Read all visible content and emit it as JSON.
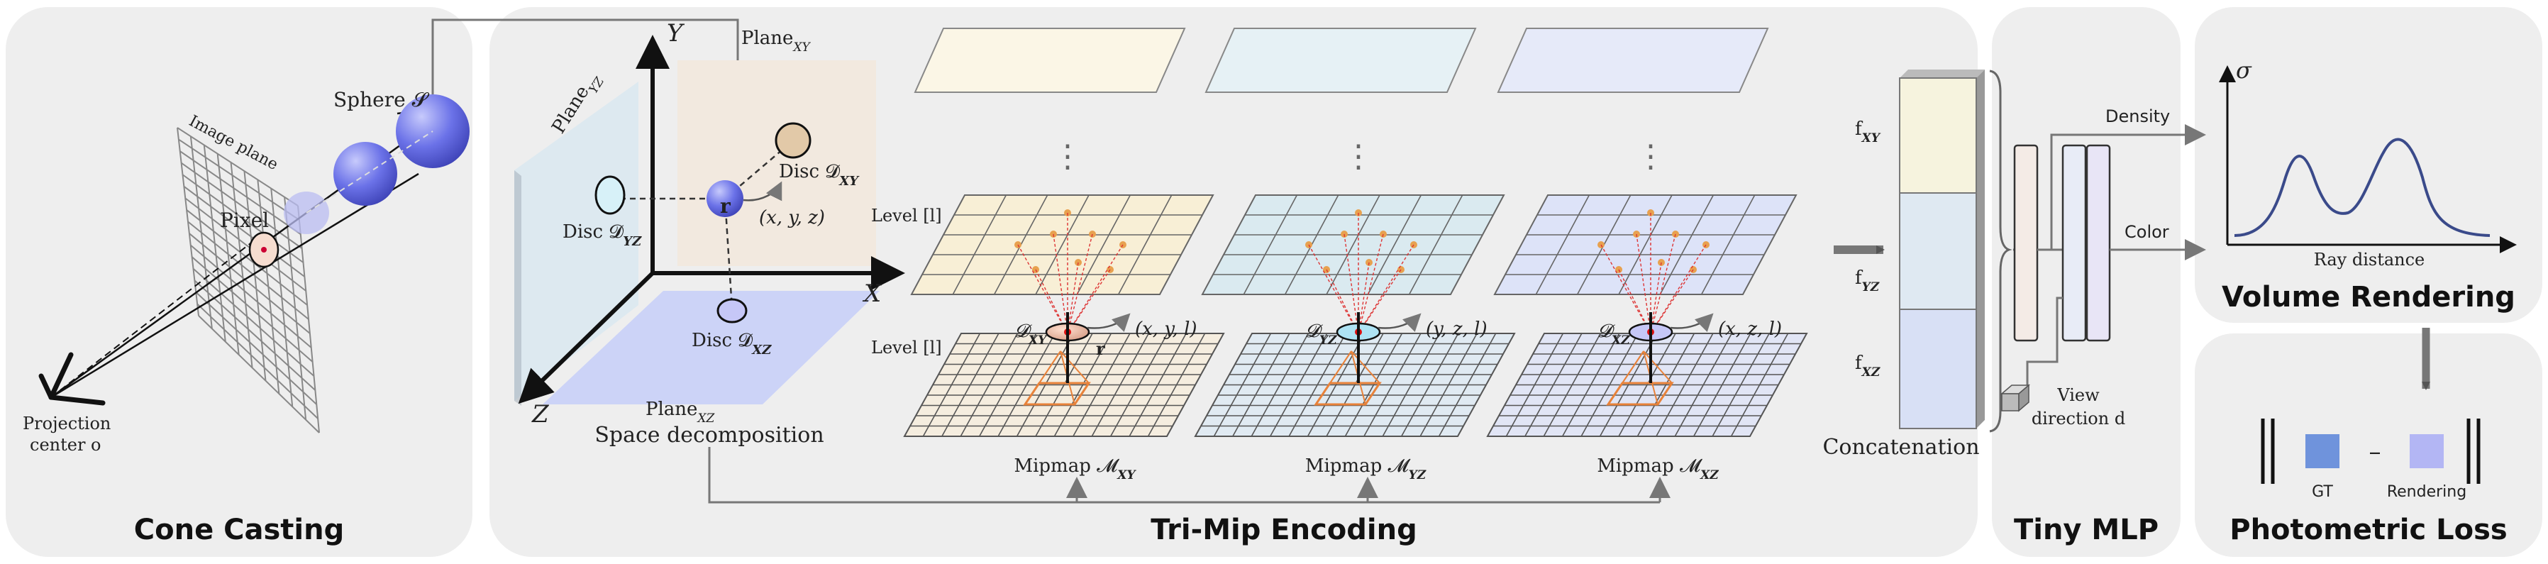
{
  "panels": {
    "cone_casting": "Cone Casting",
    "tri_mip": "Tri-Mip Encoding",
    "tiny_mlp": "Tiny MLP",
    "volume_rendering": "Volume Rendering",
    "photometric_loss": "Photometric Loss"
  },
  "cone": {
    "sphere": "Sphere 𝓢",
    "image_plane": "Image plane",
    "pixel": "Pixel",
    "projection_center_1": "Projection",
    "projection_center_2": "center o"
  },
  "space": {
    "axis_y": "Y",
    "axis_x": "X",
    "axis_z": "Z",
    "plane_xy": "Plane",
    "plane_xy_sub": "XY",
    "plane_yz": "Plane",
    "plane_yz_sub": "YZ",
    "plane_xz": "Plane",
    "plane_xz_sub": "XZ",
    "disc_xy": "Disc 𝓓",
    "disc_xy_sub": "XY",
    "disc_yz": "Disc 𝓓",
    "disc_yz_sub": "YZ",
    "disc_xz": "Disc 𝓓",
    "disc_xz_sub": "XZ",
    "point_r": "r",
    "coords": "(x, y, z)",
    "caption": "Space decomposition"
  },
  "encoding": {
    "level_upper": "Level [l]",
    "level_lower": "Level [l]",
    "grids": [
      {
        "disc": "𝓓",
        "disc_sub": "XY",
        "coord": "(x, y, l)",
        "mipmap": "Mipmap 𝓜",
        "mipmap_sub": "XY",
        "r": "r"
      },
      {
        "disc": "𝓓",
        "disc_sub": "YZ",
        "coord": "(y, z, l)",
        "mipmap": "Mipmap 𝓜",
        "mipmap_sub": "YZ",
        "r": ""
      },
      {
        "disc": "𝓓",
        "disc_sub": "XZ",
        "coord": "(x, z, l)",
        "mipmap": "Mipmap 𝓜",
        "mipmap_sub": "XZ",
        "r": ""
      }
    ],
    "dots": "⋮"
  },
  "concat": {
    "f_xy": "f",
    "f_xy_sub": "XY",
    "f_yz": "f",
    "f_yz_sub": "YZ",
    "f_xz": "f",
    "f_xz_sub": "XZ",
    "label": "Concatenation"
  },
  "mlp": {
    "density": "Density",
    "color": "Color",
    "view_1": "View",
    "view_2": "direction d"
  },
  "volume": {
    "sigma": "σ",
    "ray_distance": "Ray distance"
  },
  "loss": {
    "gt": "GT",
    "minus": "–",
    "rendering": "Rendering"
  },
  "colors": {
    "panel_bg": "#eeeeee",
    "plane_xy": "#f2e9df",
    "plane_yz": "#dde9f0",
    "plane_xz": "#ccd3f7",
    "sphere": "#6b72e8",
    "grid_orange": "#e8a14f",
    "bar_xy": "#f6f3de",
    "bar_yz": "#dfe9f2",
    "bar_xz": "#d8e0f5",
    "gt": "#6f93dc",
    "render": "#b3b6f4",
    "curve": "#3a4a8a"
  }
}
